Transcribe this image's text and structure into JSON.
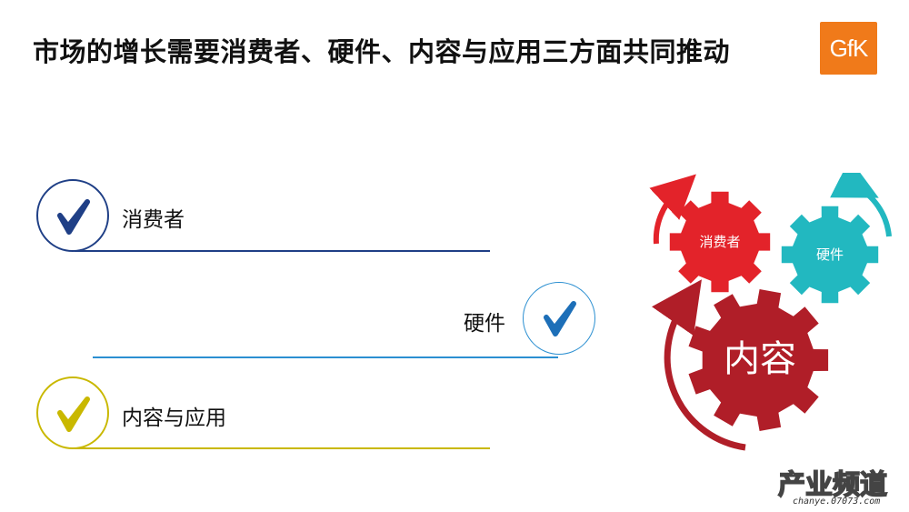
{
  "slide": {
    "title": "市场的增长需要消费者、硬件、内容与应用三方面共同推动",
    "logo_text": "GfK",
    "logo_color": "#f07a1a"
  },
  "checklist": [
    {
      "label": "消费者",
      "ring_color": "#1f3f86",
      "check_color": "#1f3f86"
    },
    {
      "label": "硬件",
      "ring_color": "#2b8fd1",
      "check_color": "#1d6fb8"
    },
    {
      "label": "内容与应用",
      "ring_color": "#c9b800",
      "check_color": "#c9b800"
    }
  ],
  "gears": {
    "consumer": {
      "label": "消费者",
      "color": "#e3232a"
    },
    "hardware": {
      "label": "硬件",
      "color": "#22b8c0"
    },
    "content": {
      "label": "内容",
      "color": "#b01e28"
    }
  },
  "watermark": {
    "main": "产业频道",
    "sub": "chanye.07073.com"
  }
}
